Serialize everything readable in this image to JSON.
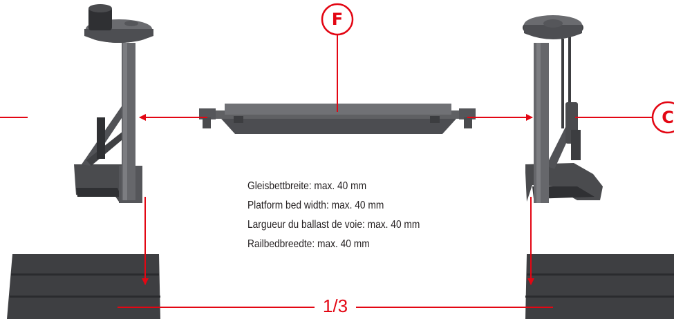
{
  "callouts": {
    "top": "F",
    "right": "C"
  },
  "bed_width_lines": [
    "Gleisbettbreite: max. 40 mm",
    "Platform bed width: max. 40 mm",
    "Largueur du ballast de voie: max. 40 mm",
    "Railbedbreedte: max. 40 mm"
  ],
  "ratio_label": "1/3",
  "colors": {
    "accent": "#e30613",
    "part": "#5f6063",
    "part_dark": "#3c3d40",
    "base": "#3e3f42",
    "text": "#231f20"
  }
}
